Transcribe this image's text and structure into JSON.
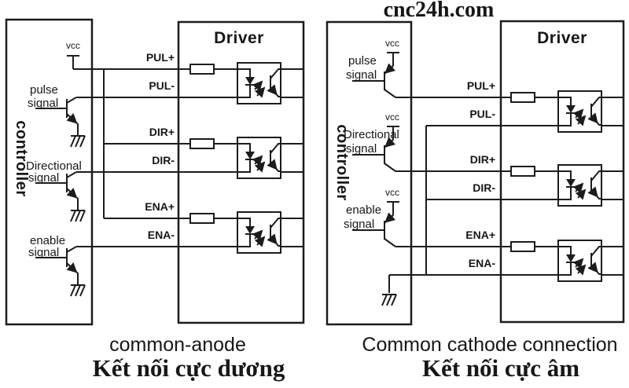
{
  "header": {
    "brand": "cnc24h.com"
  },
  "colors": {
    "line": "#1c1c1c",
    "red": "#f40100",
    "green": "#00c24b",
    "text": "#171717"
  },
  "left": {
    "controller": "controller",
    "driver": "Driver",
    "vcc": "vcc",
    "pulse": {
      "l1": "pulse",
      "l2": "signal"
    },
    "directional": {
      "l1": "Directional",
      "l2": "signal"
    },
    "enable": {
      "l1": "enable",
      "l2": "signal"
    },
    "pins": {
      "pul_plus": "PUL+",
      "pul_minus": "PUL-",
      "dir_plus": "DIR+",
      "dir_minus": "DIR-",
      "ena_plus": "ENA+",
      "ena_minus": "ENA-"
    },
    "caption_en": "common-anode",
    "caption_vi": "Kết nối cực dương"
  },
  "right": {
    "controller": "controller",
    "driver": "Driver",
    "vcc": "vcc",
    "pulse": {
      "l1": "pulse",
      "l2": "signal"
    },
    "directional": {
      "l1": "Directional",
      "l2": "signal"
    },
    "enable": {
      "l1": "enable",
      "l2": "signal"
    },
    "pins": {
      "pul_plus": "PUL+",
      "pul_minus": "PUL-",
      "dir_plus": "DIR+",
      "dir_minus": "DIR-",
      "ena_plus": "ENA+",
      "ena_minus": "ENA-"
    },
    "caption_en": "Common cathode connection",
    "caption_vi": "Kết nối cực âm"
  }
}
